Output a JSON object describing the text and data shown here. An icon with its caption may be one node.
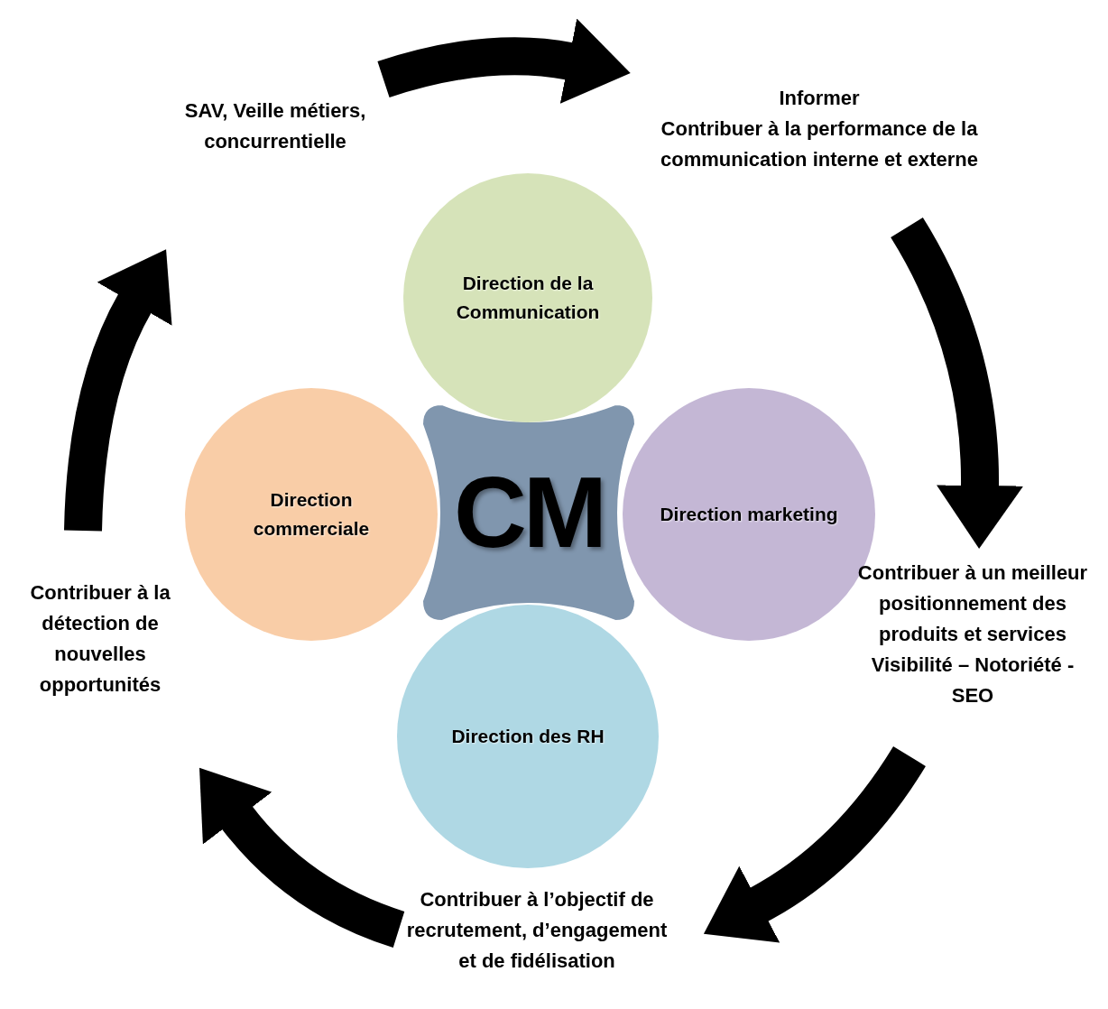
{
  "diagram": {
    "nodes": [
      {
        "text": [
          "CM"
        ]
      },
      {
        "text": [
          "Direction de la Communication"
        ]
      },
      {
        "text": [
          "Direction commerciale"
        ]
      },
      {
        "text": [
          "Direction marketing"
        ]
      },
      {
        "text": [
          "Direction des RH"
        ]
      },
      {
        "text": [
          "SAV, Veille métiers, concurrentielle"
        ]
      },
      {
        "text": [
          "Informer",
          "Contribuer à la performance de la communication interne et externe"
        ]
      },
      {
        "text": [
          "Contribuer à un meilleur positionnement des produits et services",
          "Visibilité – Notoriété - SEO"
        ]
      },
      {
        "text": [
          "Contribuer à l’objectif de recrutement, d’engagement et de fidélisation"
        ]
      },
      {
        "text": [
          "Contribuer à la détection de nouvelles opportunités"
        ]
      }
    ],
    "edges": [
      {
        "from": 5,
        "to": 6,
        "arrow": "to"
      },
      {
        "from": 6,
        "to": 7,
        "arrow": "to"
      },
      {
        "from": 7,
        "to": 8,
        "arrow": "to"
      },
      {
        "from": 8,
        "to": 9,
        "arrow": "to"
      },
      {
        "from": 9,
        "to": 5,
        "arrow": "to"
      }
    ]
  }
}
